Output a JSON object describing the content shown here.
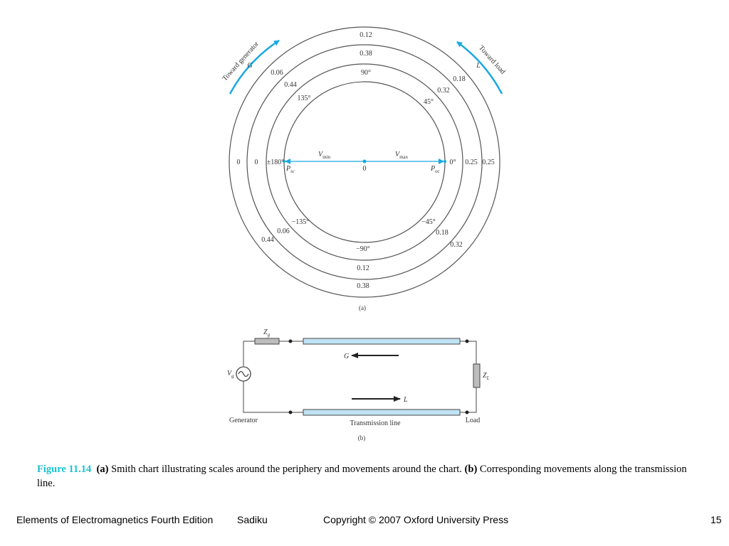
{
  "smith": {
    "outer_ring": {
      "top": "0.12",
      "left": "0",
      "right": "0.25",
      "bottom": "0.38"
    },
    "ring2": {
      "top": "0.38",
      "left": "0",
      "right": "0.25",
      "bottom": "0.12"
    },
    "ring3": {
      "top": "90°",
      "left": "±180°",
      "right": "0°",
      "bottom": "−90°"
    },
    "diag": {
      "ul_outer": "0.06",
      "ul_inner": "0.44",
      "ul_angle": "135°",
      "ur_outer": "0.18",
      "ur_inner": "0.32",
      "ur_angle": "45°",
      "ll_outer": "0.44",
      "ll_inner": "0.06",
      "ll_angle": "−135°",
      "lr_outer": "0.32",
      "lr_inner": "0.18",
      "lr_angle": "−45°"
    },
    "center": "0",
    "vmin": "V",
    "vmin_sub": "min",
    "vmax": "V",
    "vmax_sub": "max",
    "psc": "P",
    "psc_sub": "sc",
    "poc": "P",
    "poc_sub": "oc",
    "toward_generator": "Toward generator",
    "toward_generator_letter": "G",
    "toward_load": "Toward load",
    "toward_load_letter": "L",
    "sublabel": "(a)"
  },
  "line": {
    "zg": "Z",
    "zg_sub": "g",
    "vg": "V",
    "vg_sub": "g",
    "zl": "Z",
    "zl_sub": "L",
    "g_arrow": "G",
    "l_arrow": "L",
    "generator": "Generator",
    "transmission_line": "Transmission line",
    "load": "Load",
    "sublabel": "(b)"
  },
  "caption": {
    "figure_label": "Figure 11.14",
    "a_label": "(a)",
    "a_text": " Smith chart illustrating scales around the periphery and movements around the chart. ",
    "b_label": "(b)",
    "b_text": " Corresponding movements along the transmission line."
  },
  "footer": {
    "book": "Elements of Electromagnetics Fourth Edition",
    "author": "Sadiku",
    "copyright": "Copyright © 2007 Oxford University Press",
    "page": "15"
  },
  "colors": {
    "accent": "#19c3d6",
    "line_fill": "#bfe3f3",
    "circle": "#555555"
  }
}
